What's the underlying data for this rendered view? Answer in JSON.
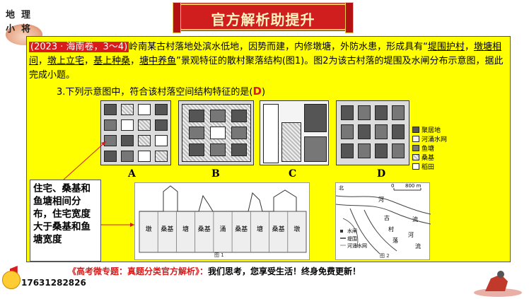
{
  "logo": {
    "chars": [
      "地",
      "理",
      "小",
      "将"
    ]
  },
  "banner": {
    "title": "官方解析助提升"
  },
  "question": {
    "source": "(2023 · 海南卷，3～4)",
    "intro_1": "岭南某古村落地处滨水低地，因势而建，内修墩塘，外防水患，形成具有“",
    "ul_1": "堤围护村",
    "sep_1": "，",
    "ul_2": "墩塘相间",
    "sep_2": "，",
    "ul_3": "墩上立宅",
    "sep_3": "，",
    "ul_4": "基上种桑",
    "sep_4": "，",
    "ul_5": "塘中养鱼",
    "intro_2": "”景观特征的散村聚落结构(图1)。图2为该古村落的堤围及水闸分布示意图，据此完成小题。",
    "stem": "3.下列示意图中，符合该村落空间结构特征的是(",
    "answer": "D",
    "stem_end": ")"
  },
  "options": [
    {
      "label": "A"
    },
    {
      "label": "B"
    },
    {
      "label": "C"
    },
    {
      "label": "D"
    }
  ],
  "legend": [
    {
      "name": "聚居地",
      "color": "#555555"
    },
    {
      "name": "河涌水网",
      "color": "#f2f2f2"
    },
    {
      "name": "鱼塘",
      "color": "#777777"
    },
    {
      "name": "桑基",
      "color": "#cfcfcf"
    },
    {
      "name": "稻田",
      "color": "#ffffff"
    }
  ],
  "callout": {
    "text": "住宅、桑基和鱼塘相间分布，住宅宽度大于桑基和鱼塘宽度"
  },
  "figure1": {
    "labels": [
      "墩",
      "桑基",
      "塘",
      "桑基",
      "涌",
      "桑基",
      "塘",
      "桑基",
      "墩"
    ],
    "caption": "图 1"
  },
  "figure2": {
    "scale_zero": "0",
    "scale_label": "800 m",
    "caption": "图 2",
    "north": "北",
    "place_labels": [
      "河",
      "古",
      "流",
      "村",
      "落",
      "河",
      "流"
    ],
    "legend": [
      "水闸",
      "堤围",
      "河涌水网"
    ]
  },
  "footer": {
    "promo": "《高考微专题：真题分类官方解析》：",
    "slogan": "我们思考，您享受生活！终身免费更新！",
    "phone": "17631282826"
  }
}
